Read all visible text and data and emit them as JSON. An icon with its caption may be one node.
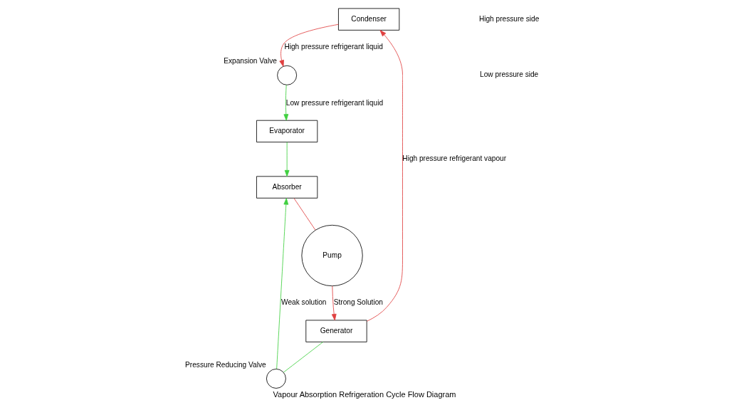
{
  "diagram": {
    "caption": "Vapour Absorption Refrigeration Cycle Flow Diagram",
    "nodes": [
      {
        "text": [
          "Condenser"
        ]
      },
      {
        "text": [],
        "shape": "circle",
        "beside": [
          "Expansion Valve"
        ]
      },
      {
        "text": [
          "Generator"
        ]
      },
      {
        "text": [
          "Pump"
        ]
      },
      {
        "text": [],
        "shape": "circle",
        "beside": [
          "Pressure Reducing Valve"
        ]
      },
      {
        "text": [
          "Evaporator"
        ]
      },
      {
        "text": [
          "Absorber"
        ]
      }
    ],
    "edges": [
      {
        "from": 2,
        "to": 0,
        "arrow": "to",
        "label": "High pressure refrigerant vapour",
        "color": "#e04040"
      },
      {
        "from": 0,
        "to": 1,
        "arrow": "to",
        "label": "High pressure refrigerant liquid",
        "color": "#e04040"
      },
      {
        "from": 1,
        "to": 5,
        "arrow": "to",
        "label": "Low pressure refrigerant liquid",
        "color": "#40d040"
      },
      {
        "from": 5,
        "to": 6,
        "arrow": "to",
        "color": "#40d040"
      },
      {
        "from": 6,
        "to": 3,
        "arrow": "none",
        "color": "#e04040"
      },
      {
        "from": 3,
        "to": 2,
        "arrow": "to",
        "label": "Strong Solution",
        "color": "#e04040"
      },
      {
        "from": 2,
        "to": 4,
        "arrow": "none",
        "color": "#40d040"
      },
      {
        "from": 4,
        "to": 6,
        "arrow": "to",
        "label": "Weak solution",
        "color": "#40d040"
      }
    ],
    "labels": [
      "High pressure side",
      "Low pressure side"
    ]
  }
}
